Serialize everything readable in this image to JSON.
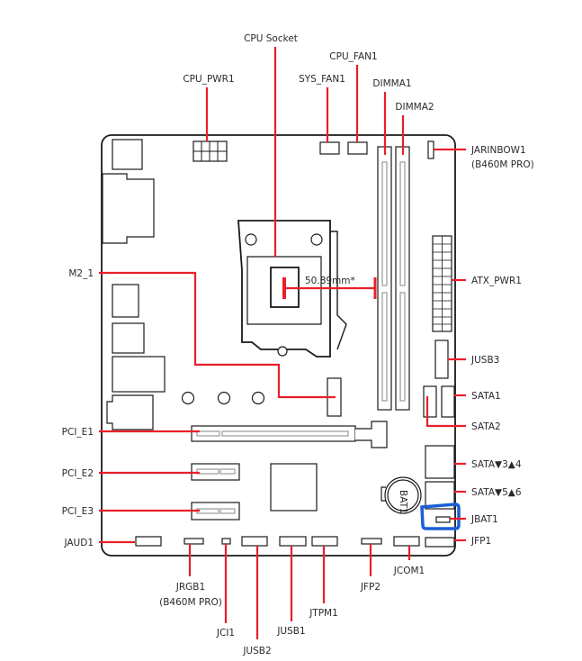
{
  "labels": {
    "cpu_socket": "CPU Socket",
    "cpu_fan1": "CPU_FAN1",
    "cpu_pwr1": "CPU_PWR1",
    "sys_fan1": "SYS_FAN1",
    "dimma1": "DIMMA1",
    "dimma2": "DIMMA2",
    "jarinbow1": "JARINBOW1",
    "jarinbow1_note": "(B460M PRO)",
    "atx_pwr1": "ATX_PWR1",
    "jusb3": "JUSB3",
    "sata1": "SATA1",
    "sata2": "SATA2",
    "sata34": "SATA▼3▲4",
    "sata56": "SATA▼5▲6",
    "jbat1": "JBAT1",
    "jfp1": "JFP1",
    "m2_1": "M2_1",
    "pci_e1": "PCI_E1",
    "pci_e2": "PCI_E2",
    "pci_e3": "PCI_E3",
    "jaud1": "JAUD1",
    "jrgb1": "JRGB1",
    "jrgb1_note": "(B460M PRO)",
    "jci1": "JCI1",
    "jusb2": "JUSB2",
    "jusb1": "JUSB1",
    "jtpm1": "JTPM1",
    "jfp2": "JFP2",
    "jcom1": "JCOM1",
    "measurement": "50.89mm*",
    "battery": "BAT1"
  },
  "colors": {
    "callout": "#e8202a",
    "highlight": "#1a5fd6",
    "outline": "#1a1a1a"
  },
  "highlighted_component": "JBAT1"
}
